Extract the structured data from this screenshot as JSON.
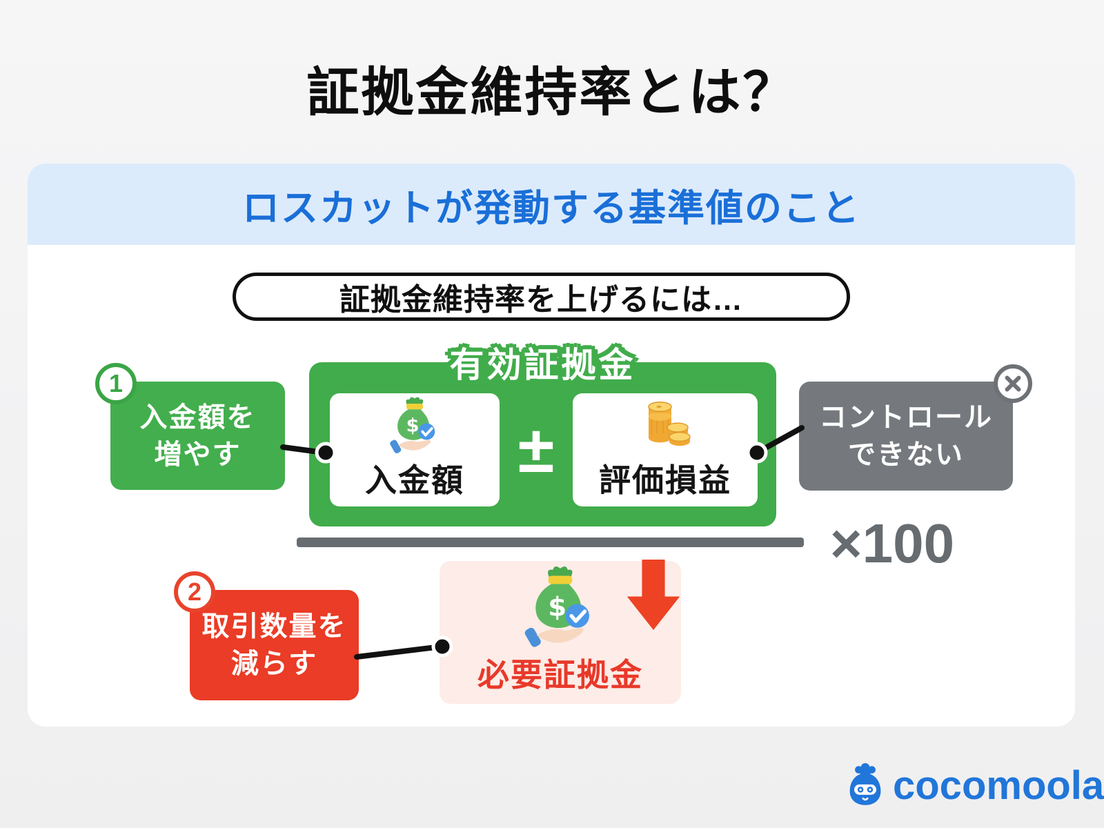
{
  "title": "証拠金維持率とは？",
  "banner": {
    "text": "ロスカットが発動する基準値のこと"
  },
  "pill": {
    "text": "証拠金維持率を上げるには…"
  },
  "formula": {
    "numerator_label": "有効証拠金",
    "deposit_label": "入金額",
    "operator": "±",
    "pnl_label": "評価損益",
    "multiplier": "×100",
    "required_margin_label": "必要証拠金"
  },
  "tag1": {
    "number": "1",
    "line1": "入金額を",
    "line2": "増やす"
  },
  "tag2": {
    "number": "2",
    "line1": "取引数量を",
    "line2": "減らす"
  },
  "control_tag": {
    "line1": "コントロール",
    "line2": "できない"
  },
  "logo": {
    "text": "cocomoola"
  },
  "colors": {
    "formula_green": "#41ac4b",
    "tag_green": "#43ae4d",
    "tag_red": "#ea3c26",
    "tag_gray": "#75797d",
    "divider_gray": "#676c71",
    "banner_bg": "#dcebfb",
    "banner_text": "#1a6fd8",
    "required_margin_bg": "#fdece7",
    "required_margin_text": "#e8392a",
    "logo_blue": "#2176d9",
    "connector_black": "#111111"
  }
}
